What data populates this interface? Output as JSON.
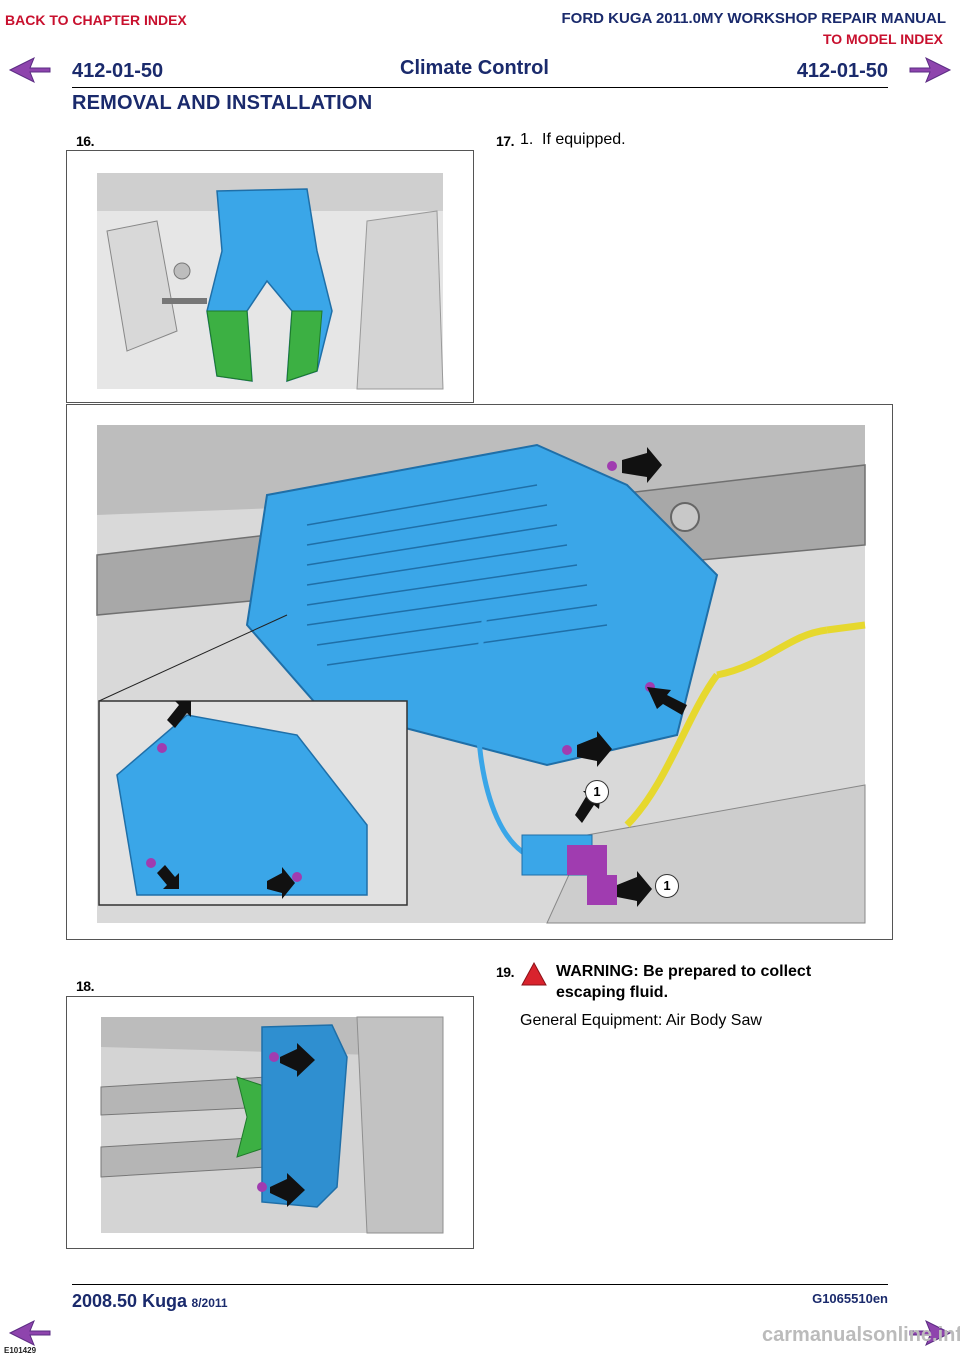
{
  "nav": {
    "back_to_chapter": "BACK TO CHAPTER INDEX",
    "manual_title": "FORD KUGA 2011.0MY WORKSHOP REPAIR MANUAL",
    "to_model_index": "TO MODEL INDEX"
  },
  "header": {
    "code_left": "412-01-50",
    "title": "Climate Control",
    "code_right": "412-01-50",
    "section": "REMOVAL AND INSTALLATION"
  },
  "steps": {
    "s16": {
      "number": "16."
    },
    "s17": {
      "number": "17.",
      "item_number": "1.",
      "text": "If equipped."
    },
    "s18": {
      "number": "18."
    },
    "s19": {
      "number": "19.",
      "warning_line1": "WARNING: Be prepared to collect",
      "warning_line2": "escaping fluid.",
      "equipment": "General Equipment: Air Body Saw"
    }
  },
  "figure_callouts": {
    "callout_a": "1",
    "callout_b": "1"
  },
  "footer": {
    "model": "2008.50 Kuga",
    "date": "8/2011",
    "code": "G1065510en",
    "watermark": "carmanualsonline.info",
    "corner_label": "E101429"
  },
  "colors": {
    "navy": "#1a2a6c",
    "nav_red": "#c8102e",
    "nav_arrow": "#8e44ad",
    "component_blue": "#3aa6e8",
    "seal_green": "#3cb043",
    "harness_yellow": "#e6d82e",
    "warning_red": "#d9232d"
  },
  "icons": [
    "prev-page-arrow-icon",
    "next-page-arrow-icon",
    "warning-triangle-icon"
  ]
}
